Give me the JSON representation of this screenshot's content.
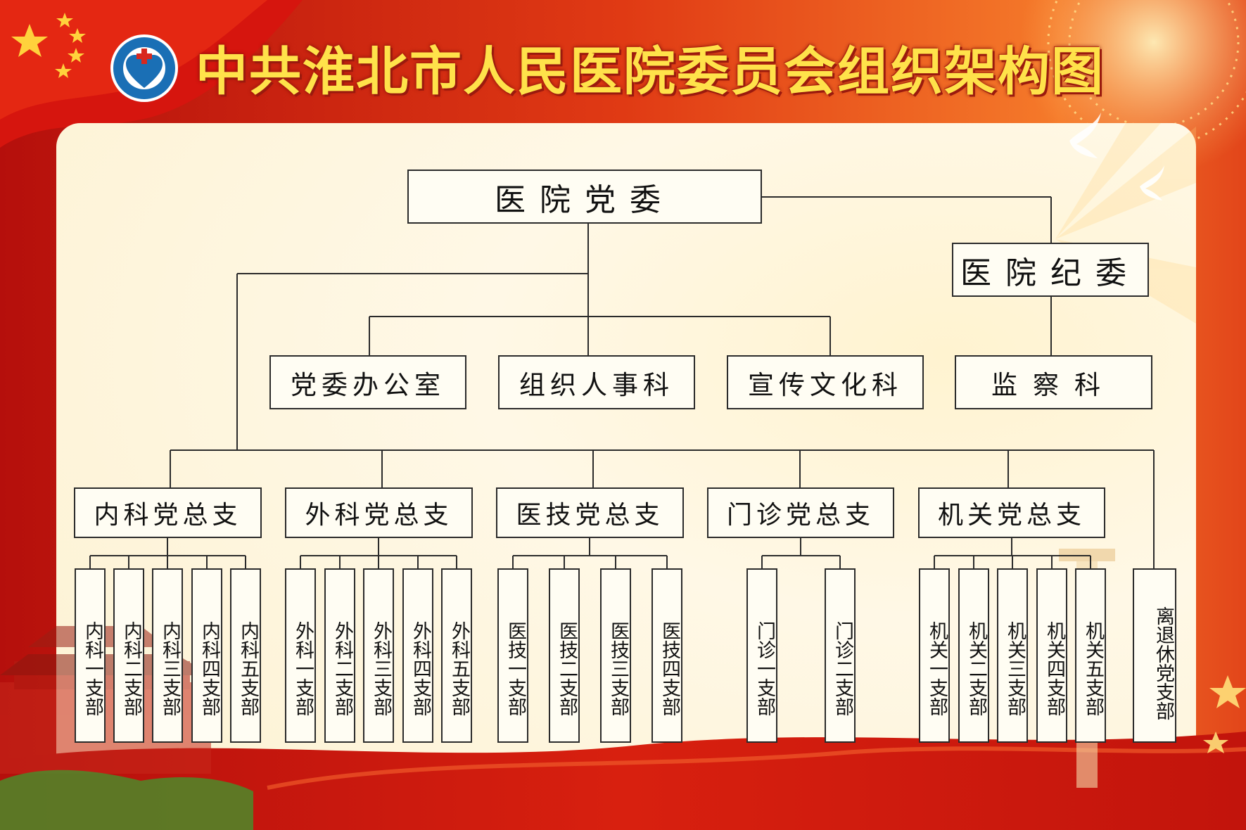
{
  "title": "中共淮北市人民医院委员会组织架构图",
  "logo": {
    "icon": "hospital-logo-icon",
    "colors": {
      "ring": "#1a6fb5",
      "cross": "#d8281e"
    }
  },
  "colors": {
    "banner_red": "#c8140f",
    "title_gold": "#ffe24a",
    "panel": "#fff6d8",
    "line": "#2b2b2b"
  },
  "org": {
    "root": "医院党委",
    "discipline": "医院纪委",
    "supervision": "监察科",
    "departments": [
      "党委办公室",
      "组织人事科",
      "宣传文化科"
    ],
    "general_branches": [
      {
        "name": "内科党总支",
        "branches": [
          "内科一支部",
          "内科二支部",
          "内科三支部",
          "内科四支部",
          "内科五支部"
        ]
      },
      {
        "name": "外科党总支",
        "branches": [
          "外科一支部",
          "外科二支部",
          "外科三支部",
          "外科四支部",
          "外科五支部"
        ]
      },
      {
        "name": "医技党总支",
        "branches": [
          "医技一支部",
          "医技二支部",
          "医技三支部",
          "医技四支部"
        ]
      },
      {
        "name": "门诊党总支",
        "branches": [
          "门诊一支部",
          "门诊二支部"
        ]
      },
      {
        "name": "机关党总支",
        "branches": [
          "机关一支部",
          "机关二支部",
          "机关三支部",
          "机关四支部",
          "机关五支部"
        ]
      }
    ],
    "retired_branch": "离退休党支部"
  }
}
